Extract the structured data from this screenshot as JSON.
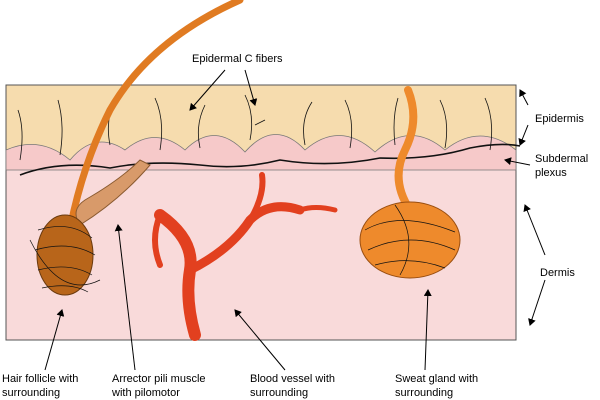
{
  "labels": {
    "epidermal_c_fibers": "Epidermal C fibers",
    "epidermis": "Epidermis",
    "subdermal_plexus_line1": "Subdermal",
    "subdermal_plexus_line2": "plexus",
    "dermis": "Dermis",
    "hair_follicle_line1": "Hair follicle with",
    "hair_follicle_line2": "surrounding",
    "arrector_pili_line1": "Arrector pili muscle",
    "arrector_pili_line2": "with pilomotor",
    "blood_vessel_line1": "Blood vessel with",
    "blood_vessel_line2": "surrounding",
    "sweat_gland_line1": "Sweat gland with",
    "sweat_gland_line2": "surrounding"
  },
  "colors": {
    "epidermis": "#f6dcae",
    "dermis": "#f9dada",
    "papillae": "#f6c9c9",
    "hair": "#e07b22",
    "hair_bulb": "#b8651a",
    "arrector": "#d89a6a",
    "blood_vessel": "#e2401f",
    "sweat_gland": "#ee8a2c",
    "nerve": "#111111"
  }
}
